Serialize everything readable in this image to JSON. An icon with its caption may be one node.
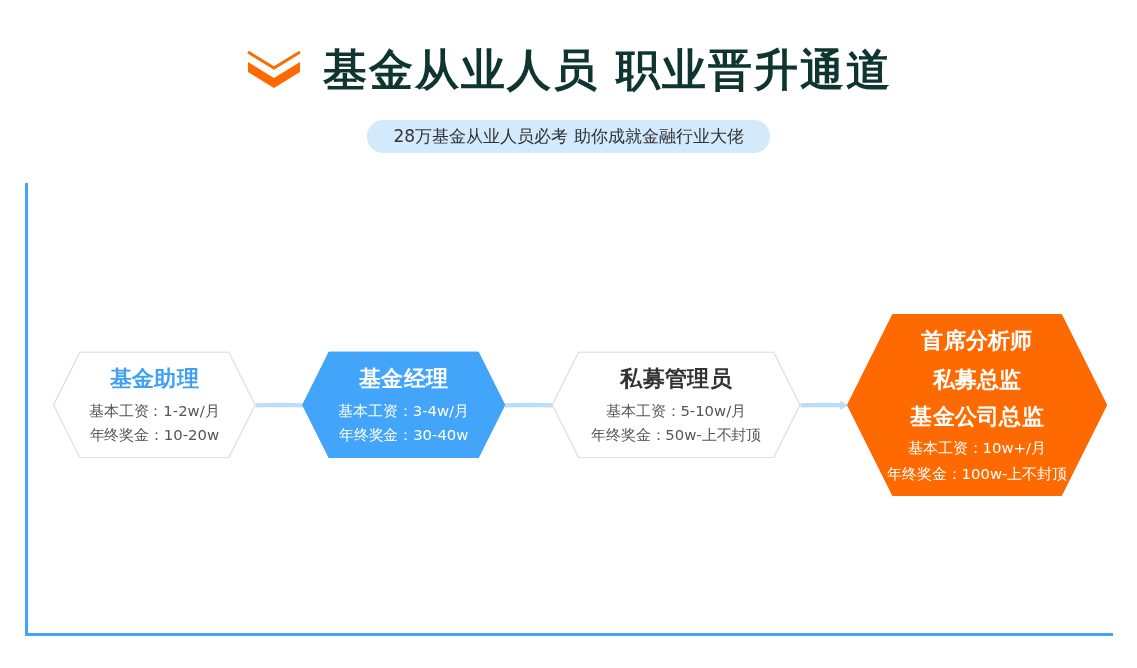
{
  "diagram": {
    "title": "基金从业人员 职业晋升通道",
    "nodes": [
      {
        "text": [
          "基金助理",
          "基本工资：1-2w/月",
          "年终奖金：10-20w"
        ]
      },
      {
        "text": [
          "基金经理",
          "基本工资：3-4w/月",
          "年终奖金：30-40w"
        ]
      },
      {
        "text": [
          "私募管理员",
          "基本工资：5-10w/月",
          "年终奖金：50w-上不封顶"
        ]
      },
      {
        "text": [
          "首席分析师",
          "私募总监",
          "基金公司总监",
          "基本工资：10w+/月",
          "年终奖金：100w-上不封顶"
        ]
      }
    ],
    "edges": [
      {
        "from": 0,
        "to": 1,
        "arrow": "none"
      },
      {
        "from": 1,
        "to": 2,
        "arrow": "none"
      },
      {
        "from": 2,
        "to": 3,
        "arrow": "to"
      }
    ],
    "labels": [
      "28万基金从业人员必考 助你成就金融行业大佬"
    ]
  }
}
